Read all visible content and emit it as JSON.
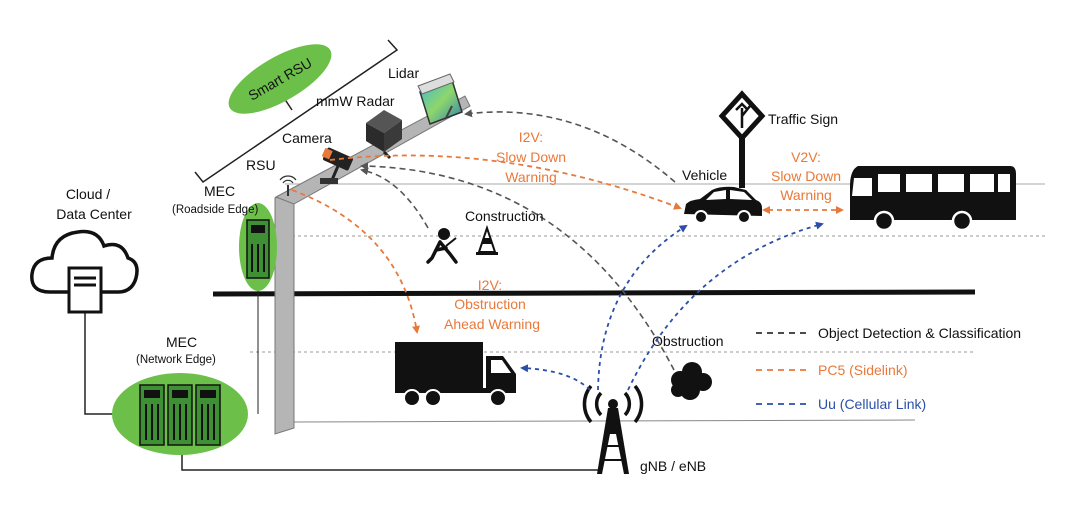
{
  "labels": {
    "smart_rsu": "Smart RSU",
    "lidar": "Lidar",
    "mmw_radar": "mmW Radar",
    "camera": "Camera",
    "rsu": "RSU",
    "mec_roadside_title": "MEC",
    "mec_roadside_sub": "(Roadside Edge)",
    "cloud_line1": "Cloud /",
    "cloud_line2": "Data Center",
    "mec_network_title": "MEC",
    "mec_network_sub": "(Network Edge)",
    "construction": "Construction",
    "obstruction": "Obstruction",
    "vehicle": "Vehicle",
    "traffic_sign": "Traffic Sign",
    "gnb": "gNB / eNB",
    "i2v_slow_1": "I2V:",
    "i2v_slow_2": "Slow Down",
    "i2v_slow_3": "Warning",
    "v2v_1": "V2V:",
    "v2v_2": "Slow Down",
    "v2v_3": "Warning",
    "i2v_obs_1": "I2V:",
    "i2v_obs_2": "Obstruction",
    "i2v_obs_3": "Ahead Warning"
  },
  "legend": {
    "items": [
      {
        "label": "Object Detection & Classification",
        "color": "#333333"
      },
      {
        "label": "PC5 (Sidelink)",
        "color": "#e8793a"
      },
      {
        "label": "Uu (Cellular Link)",
        "color": "#2b4fa8"
      }
    ]
  },
  "colors": {
    "mec_green": "#5fb246",
    "ellipse_green": "#6cc04a",
    "pc5_orange": "#e8793a",
    "uu_blue": "#2b4fa8",
    "detect_gray": "#555555"
  }
}
